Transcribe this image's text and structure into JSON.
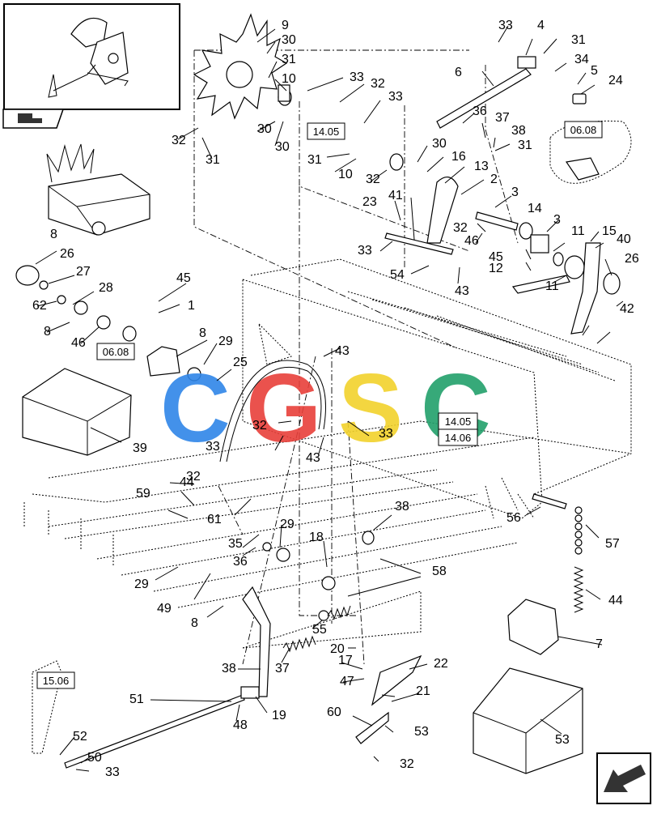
{
  "brand": {
    "watermark": "CGSC",
    "colors": {
      "c": "#2f86e8",
      "g": "#e8403a",
      "s": "#f2d22c",
      "c2": "#22a06b"
    }
  },
  "callouts": [
    "9",
    "30",
    "31",
    "10",
    "33",
    "32",
    "33",
    "32",
    "31",
    "30",
    "30",
    "31",
    "10",
    "32",
    "33",
    "4",
    "31",
    "34",
    "5",
    "24",
    "6",
    "36",
    "37",
    "38",
    "31",
    "30",
    "16",
    "13",
    "2",
    "3",
    "14",
    "3",
    "11",
    "15",
    "40",
    "41",
    "23",
    "33",
    "32",
    "46",
    "45",
    "12",
    "11",
    "26",
    "42",
    "43",
    "54",
    "26",
    "27",
    "62",
    "28",
    "8",
    "46",
    "45",
    "1",
    "8",
    "29",
    "25",
    "43",
    "32",
    "33",
    "43",
    "33",
    "32",
    "44",
    "59",
    "61",
    "8",
    "39",
    "29",
    "35",
    "36",
    "29",
    "49",
    "8",
    "38",
    "18",
    "58",
    "55",
    "56",
    "57",
    "44",
    "7",
    "20",
    "38",
    "37",
    "17",
    "47",
    "22",
    "21",
    "51",
    "19",
    "48",
    "60",
    "53",
    "53",
    "52",
    "50",
    "33",
    "32"
  ],
  "references": {
    "r1": "14.05",
    "r2": "06.08",
    "r3": "06.08",
    "r4": "14.05",
    "r5": "14.06",
    "r6": "15.06"
  },
  "icons": {
    "inset_arrow": "nav-arrow-icon",
    "corner_arrow": "next-page-arrow-icon"
  }
}
